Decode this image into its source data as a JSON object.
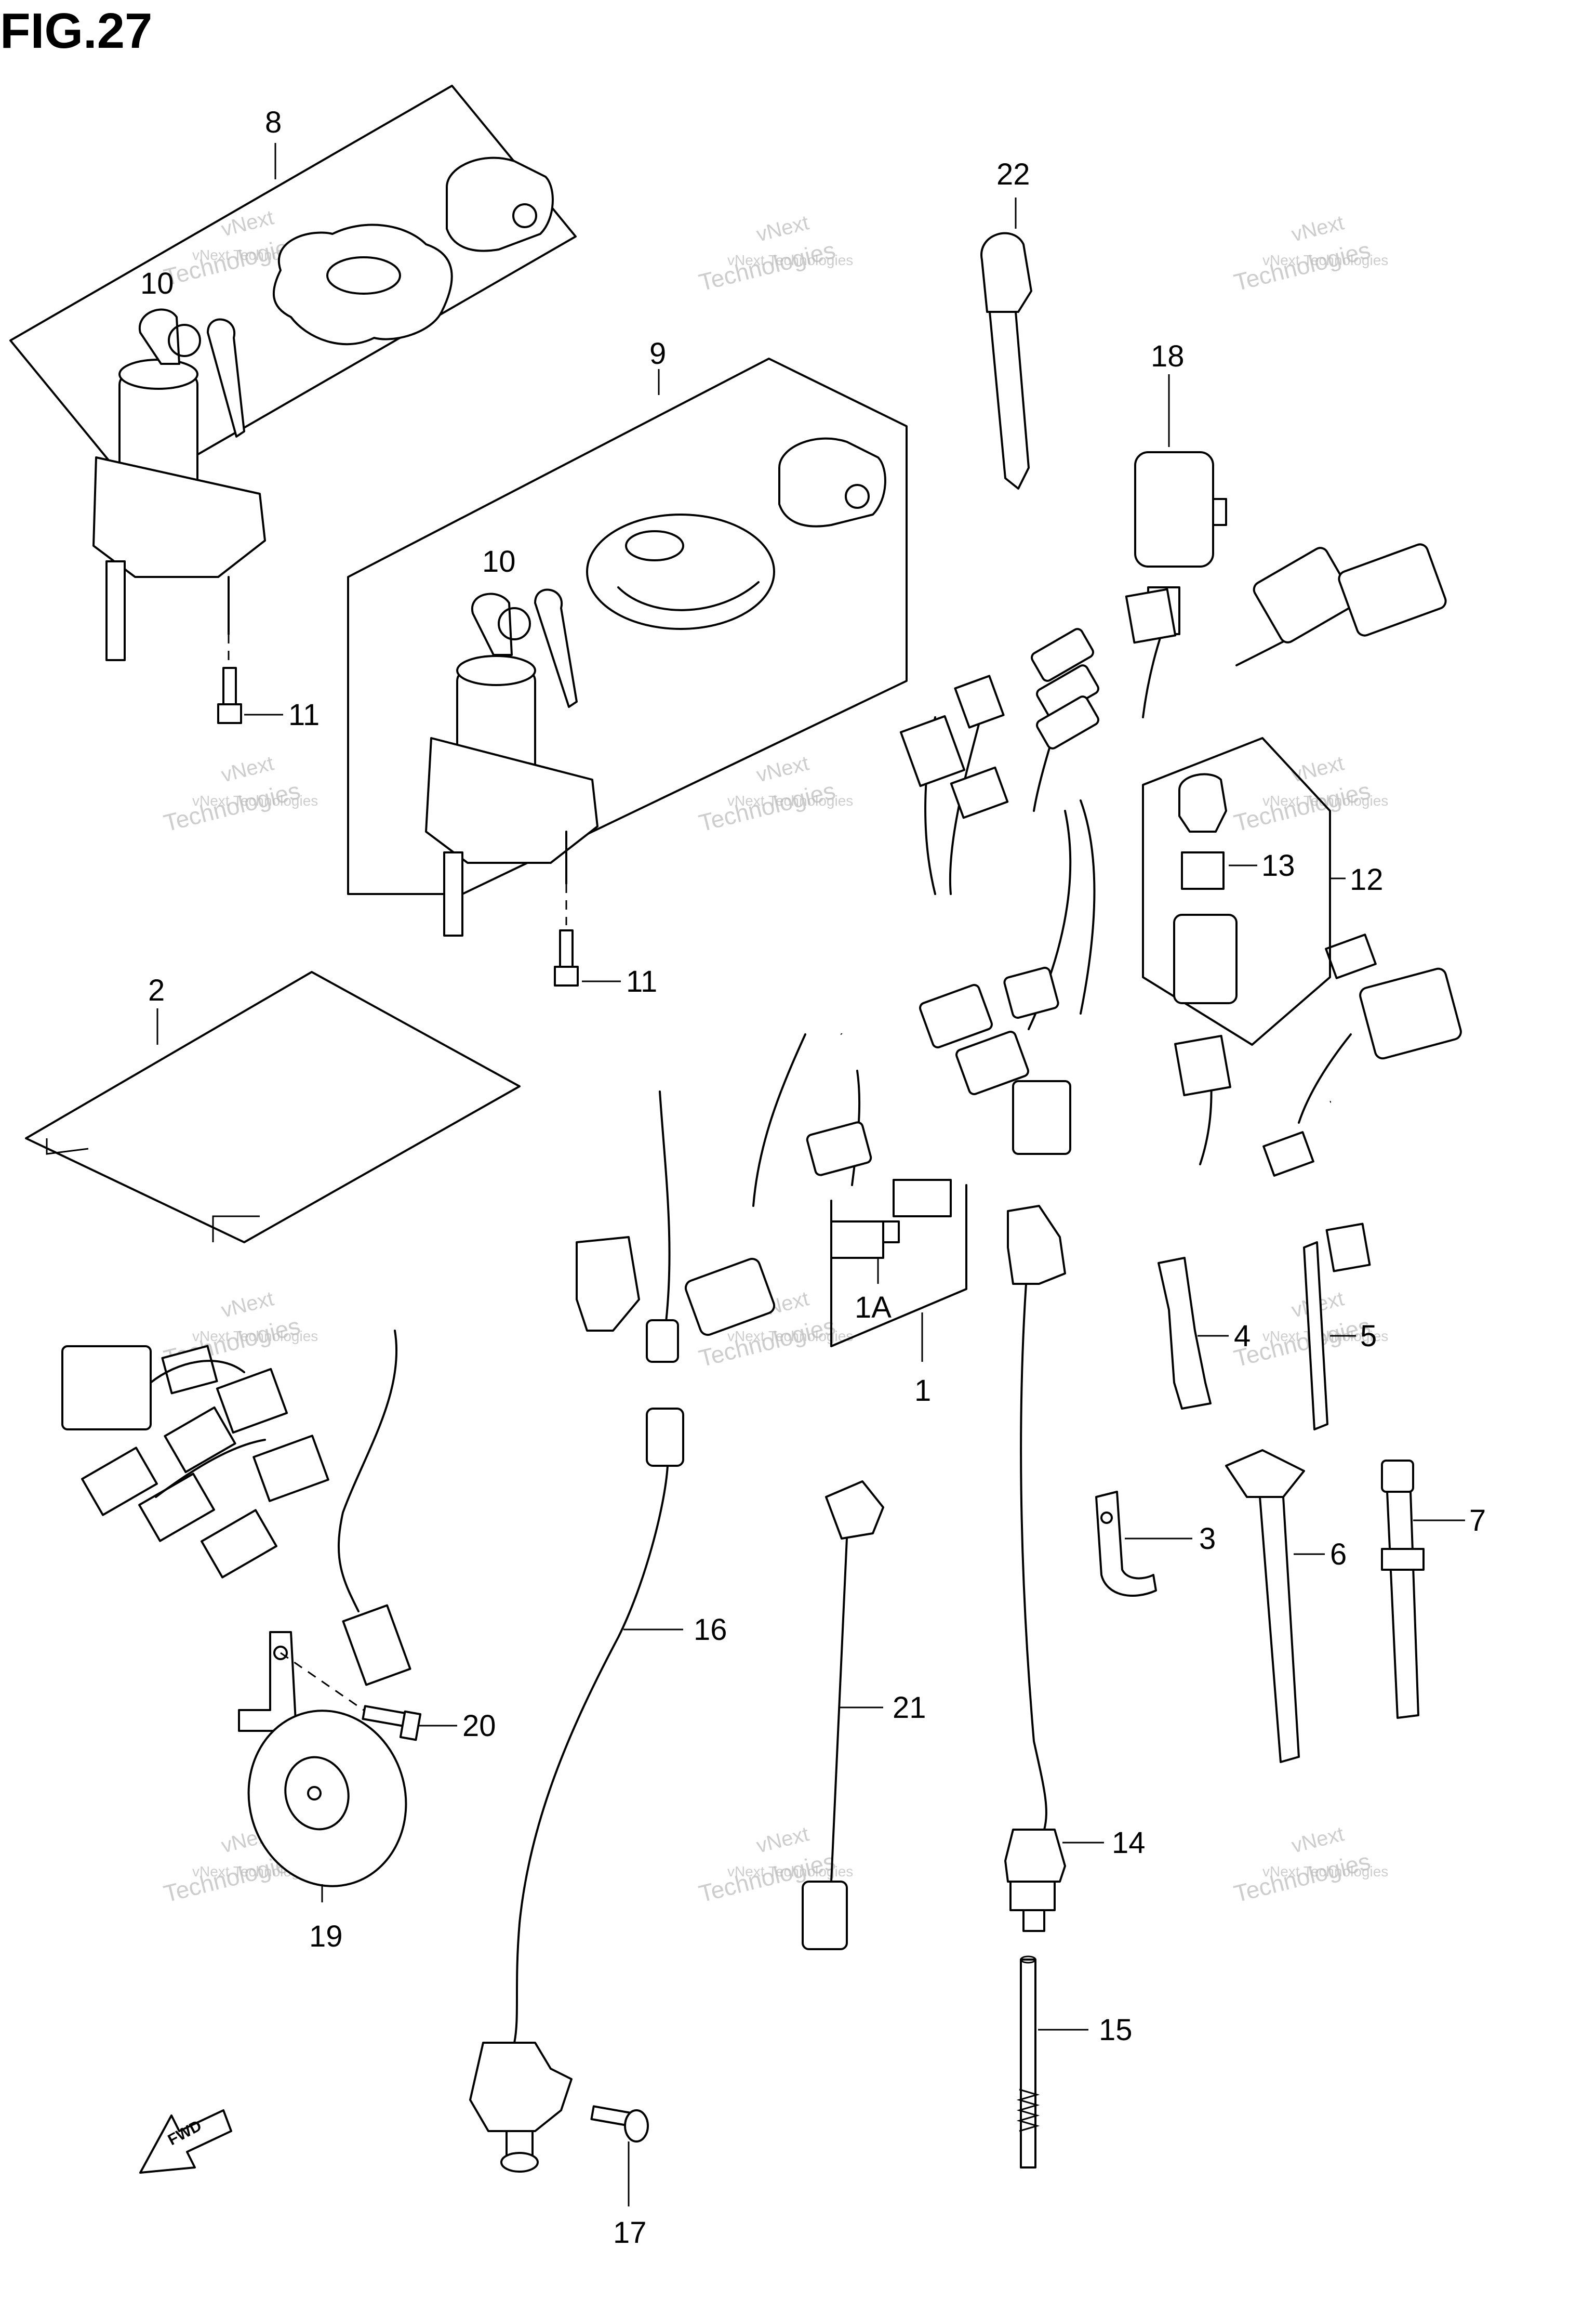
{
  "title": "FIG.27",
  "watermark": {
    "line1": "vNext Technologies",
    "line2": "vNext",
    "line3": "Technologies"
  },
  "fwd": "FWD",
  "labels": {
    "p1": "1",
    "p1a": "1A",
    "p2": "2",
    "p3": "3",
    "p4": "4",
    "p5": "5",
    "p6": "6",
    "p7": "7",
    "p8": "8",
    "p9": "9",
    "p10a": "10",
    "p10b": "10",
    "p11a": "11",
    "p11b": "11",
    "p12": "12",
    "p13": "13",
    "p14": "14",
    "p15": "15",
    "p16": "16",
    "p17": "17",
    "p18": "18",
    "p19": "19",
    "p20": "20",
    "p21": "21",
    "p22": "22"
  }
}
